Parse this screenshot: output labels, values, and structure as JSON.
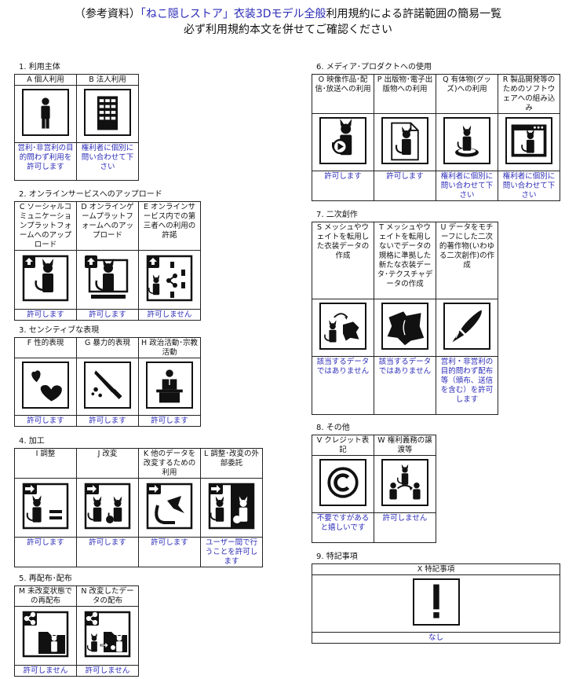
{
  "title": {
    "line1_prefix": "（参考資料）",
    "line1_highlight": "「ねこ隠しストア」衣装3Dモデル全般",
    "line1_suffix": "利用規約による許諾範囲の簡易一覧",
    "line2": "必ず利用規約本文を併せてご確認ください"
  },
  "colors": {
    "status_text": "#2b2bb8",
    "border": "#222222"
  },
  "sections": [
    {
      "heading": "1. 利用主体",
      "items": [
        {
          "label": "A 個人利用",
          "icon": "person-icon",
          "status": "営利･非営利の目的問わず利用を許可します"
        },
        {
          "label": "B 法人利用",
          "icon": "building-icon",
          "status": "権利者に個別に問い合わせて下さい"
        }
      ]
    },
    {
      "heading": "2. オンラインサービスへのアップロード",
      "items": [
        {
          "label": "C ソーシャルコミュニケーションプラットフォームへのアップロード",
          "icon": "upload-avatar-icon",
          "status": "許可します"
        },
        {
          "label": "D オンラインゲームプラットフォームへのアップロード",
          "icon": "upload-game-icon",
          "status": "許可します"
        },
        {
          "label": "E オンラインサービス内での第三者への利用の許諾",
          "icon": "upload-share-icon",
          "status": "許可しません"
        }
      ]
    },
    {
      "heading": "3. センシティブな表現",
      "items": [
        {
          "label": "F 性的表現",
          "icon": "hearts-icon",
          "status": "許可します"
        },
        {
          "label": "G 暴力的表現",
          "icon": "knife-icon",
          "status": "許可します"
        },
        {
          "label": "H 政治活動･宗教活動",
          "icon": "podium-icon",
          "status": "許可します"
        }
      ]
    },
    {
      "heading": "4. 加工",
      "items": [
        {
          "label": "I 調整",
          "icon": "adjust-icon",
          "status": "許可します"
        },
        {
          "label": "J 改変",
          "icon": "modify-icon",
          "status": "許可します"
        },
        {
          "label": "K 他のデータを改変するための利用",
          "icon": "reuse-data-icon",
          "status": "許可します"
        },
        {
          "label": "L 調整･改変の外部委託",
          "icon": "outsource-icon",
          "status": "ユーザー間で行うことを許可します"
        }
      ]
    },
    {
      "heading": "5. 再配布･配布",
      "items": [
        {
          "label": "M 未改変状態での再配布",
          "icon": "share-folder-icon",
          "status": "許可しません"
        },
        {
          "label": "N 改変したデータの配布",
          "icon": "share-modified-icon",
          "status": "許可しません"
        }
      ]
    },
    {
      "heading": "6. メディア･プロダクトへの使用",
      "items": [
        {
          "label": "O 映像作品･配信･放送への利用",
          "icon": "video-icon",
          "status": "許可します"
        },
        {
          "label": "P 出版物･電子出版物への利用",
          "icon": "publication-icon",
          "status": "許可します"
        },
        {
          "label": "Q 有体物(グッズ)への利用",
          "icon": "figure-icon",
          "status": "権利者に個別に問い合わせて下さい"
        },
        {
          "label": "R 製品開発等のためのソフトウェアへの組み込み",
          "icon": "software-window-icon",
          "status": "権利者に個別に問い合わせて下さい"
        }
      ]
    },
    {
      "heading": "7. 二次創作",
      "items": [
        {
          "label": "S メッシュやウェイトを転用した衣装データの作成",
          "icon": "convert-outfit-icon",
          "status": "該当するデータではありません"
        },
        {
          "label": "T メッシュやウェイトを転用しないでデータの規格に準拠した新たな衣装データ･テクスチャデータの作成",
          "icon": "outfit-icon",
          "status": "該当するデータではありません"
        },
        {
          "label": "U データをモチーフにした二次的著作物(いわゆる二次創作)の作成",
          "icon": "pen-nib-icon",
          "status": "営利・非営利の目的問わず配布等（頒布、送信を含む）を許可します"
        }
      ]
    },
    {
      "heading": "8. その他",
      "items": [
        {
          "label": "V クレジット表記",
          "icon": "copyright-icon",
          "status": "不要ですがあると嬉しいです"
        },
        {
          "label": "W 権利義務の譲渡等",
          "icon": "transfer-icon",
          "status": "許可しません"
        }
      ]
    },
    {
      "heading": "9. 特記事項",
      "items": [
        {
          "label": "X 特記事項",
          "icon": "exclamation-icon",
          "status": "なし"
        }
      ]
    }
  ]
}
